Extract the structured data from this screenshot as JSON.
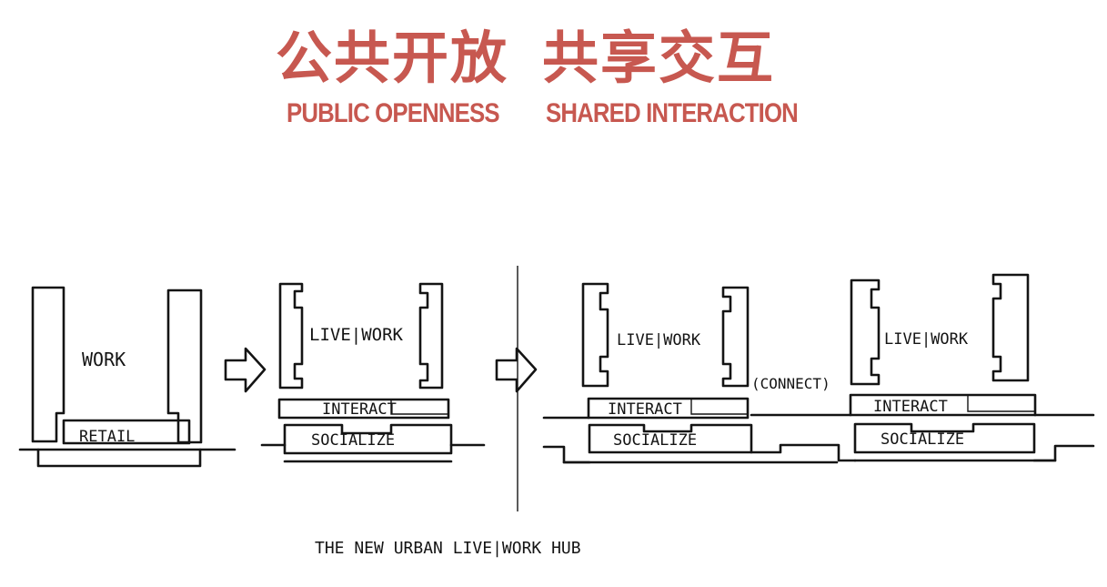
{
  "header": {
    "cn_left": "公共开放",
    "cn_right": "共享交互",
    "en_left": "PUBLIC OPENNESS",
    "en_right": "SHARED INTERACTION"
  },
  "diagram": {
    "stage1": {
      "top_label": "WORK",
      "base_label": "RETAIL"
    },
    "stage2": {
      "top_label": "LIVE|WORK",
      "mid_label": "INTERACT",
      "base_label": "SOCIALIZE"
    },
    "stage3": {
      "left_top_label": "LIVE|WORK",
      "left_mid_label": "INTERACT",
      "left_base_label": "SOCIALIZE",
      "connect_label": "(CONNECT)",
      "right_top_label": "LIVE|WORK",
      "right_mid_label": "INTERACT",
      "right_base_label": "SOCIALIZE"
    },
    "caption": "THE NEW URBAN LIVE|WORK HUB",
    "accent_color": "#c75850",
    "ink_color": "#141414"
  }
}
